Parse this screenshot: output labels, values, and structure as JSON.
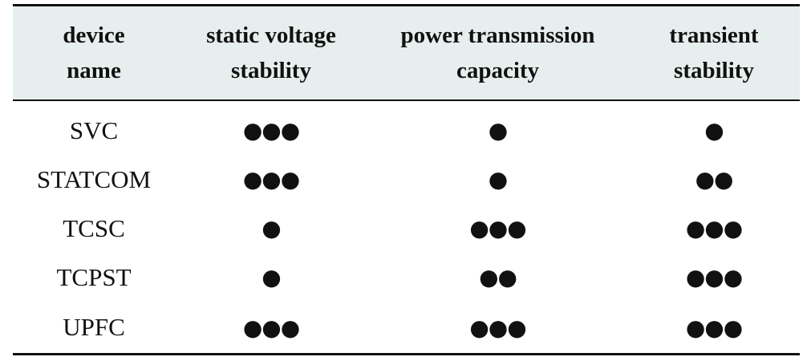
{
  "table": {
    "headers": [
      {
        "line1": "device",
        "line2": "name"
      },
      {
        "line1": "static voltage",
        "line2": "stability"
      },
      {
        "line1": "power transmission",
        "line2": "capacity"
      },
      {
        "line1": "transient",
        "line2": "stability"
      }
    ],
    "rows": [
      {
        "device": "SVC",
        "static_voltage_stability": "●●●",
        "power_transmission_capacity": "●",
        "transient_stability": "●"
      },
      {
        "device": "STATCOM",
        "static_voltage_stability": "●●●",
        "power_transmission_capacity": "●",
        "transient_stability": "●●"
      },
      {
        "device": "TCSC",
        "static_voltage_stability": "●",
        "power_transmission_capacity": "●●●",
        "transient_stability": "●●●"
      },
      {
        "device": "TCPST",
        "static_voltage_stability": "●",
        "power_transmission_capacity": "●●",
        "transient_stability": "●●●"
      },
      {
        "device": "UPFC",
        "static_voltage_stability": "●●●",
        "power_transmission_capacity": "●●●",
        "transient_stability": "●●●"
      }
    ]
  }
}
